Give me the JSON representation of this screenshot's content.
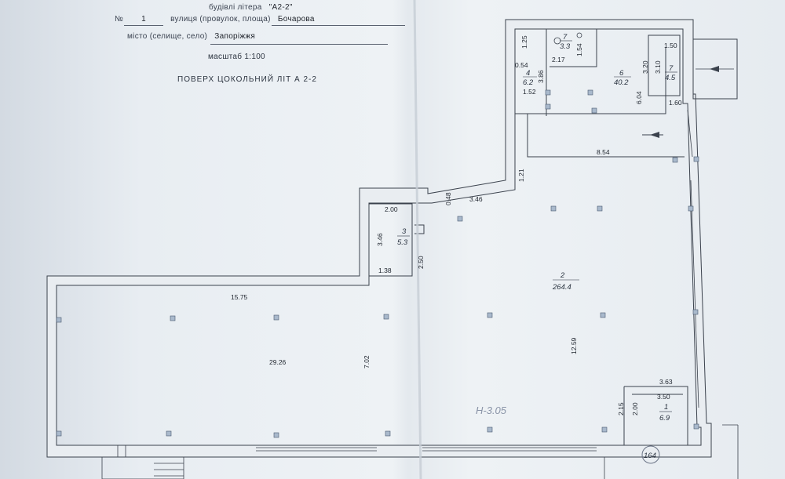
{
  "header": {
    "building_letter_label": "будівлі літера",
    "building_letter_value": "\"А2-2\"",
    "no_label": "№",
    "no_value": "1",
    "street_label": "вулиця (провулок, площа)",
    "street_value": "Бочарова",
    "city_label": "місто (селище, село)",
    "city_value": "Запоріжжя",
    "scale": "масштаб 1:100",
    "floor_title": "ПОВЕРХ  ЦОКОЛЬНИЙ  ЛІТ А 2-2"
  },
  "rooms": [
    {
      "id": "room-1",
      "number": "1",
      "area": "6.9"
    },
    {
      "id": "room-2",
      "number": "2",
      "area": "264.4"
    },
    {
      "id": "room-3",
      "number": "3",
      "area": "5.3"
    },
    {
      "id": "room-4",
      "number": "4",
      "area": "6.2"
    },
    {
      "id": "room-6",
      "number": "6",
      "area": "40.2"
    },
    {
      "id": "room-7a",
      "number": "7",
      "area": "3.3"
    },
    {
      "id": "room-7b",
      "number": "7",
      "area": "4.5"
    }
  ],
  "dimensions": [
    "1.25",
    "2.17",
    "1.54",
    "0.54",
    "3.86",
    "1.52",
    "6.04",
    "1.50",
    "3.20",
    "3.10",
    "1.60",
    "8.54",
    "1.21",
    "0.48",
    "3.46",
    "2.00",
    "3.46",
    "2.50",
    "1.38",
    "15.75",
    "29.26",
    "7.02",
    "12.59",
    "3.63",
    "3.50",
    "2.15",
    "2.00"
  ],
  "annotations": {
    "height_mark": "Н-3.05",
    "circled_number": "164"
  },
  "colors": {
    "paper": "#eef2f5",
    "lines": "#3b424d",
    "columns": "#a9b9cc"
  }
}
